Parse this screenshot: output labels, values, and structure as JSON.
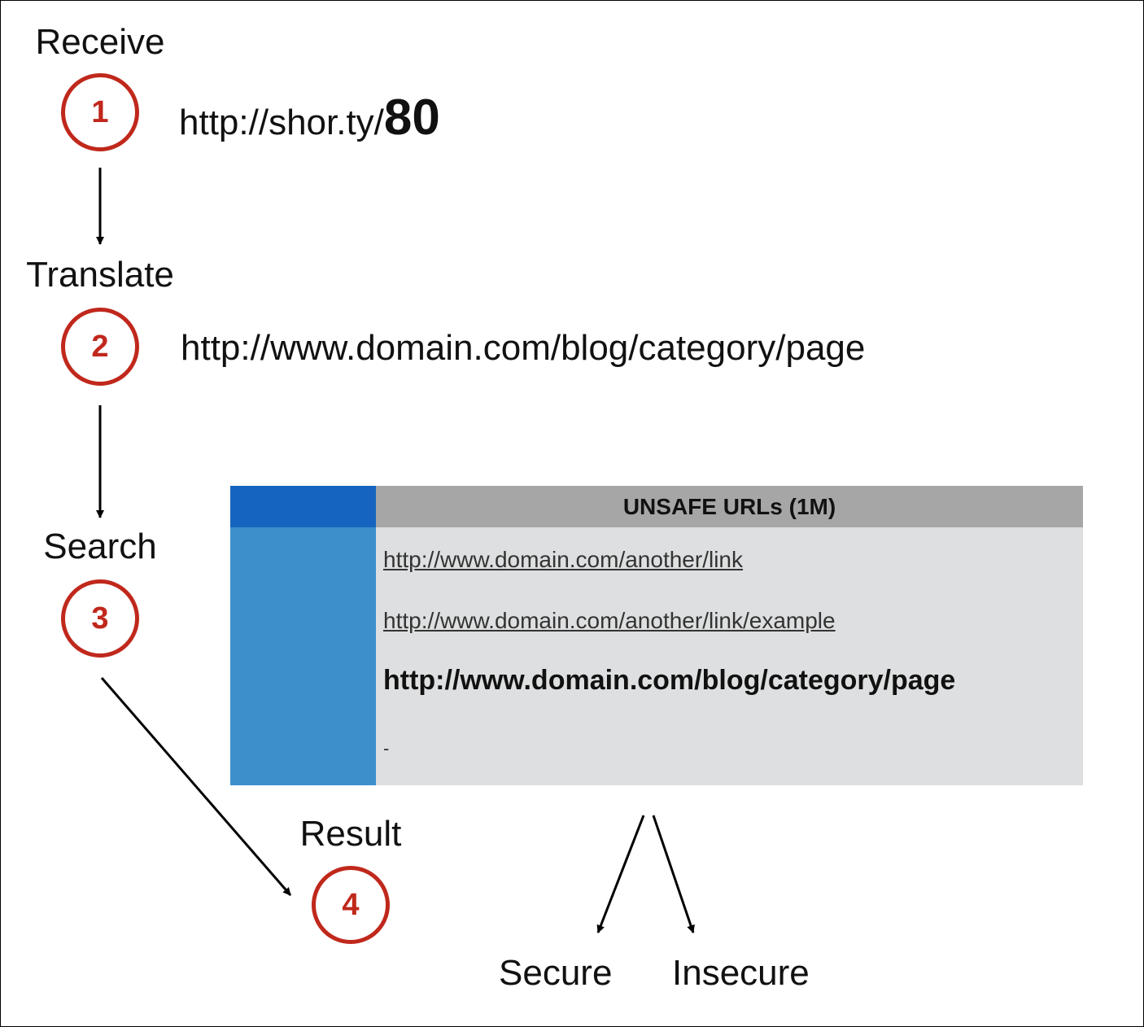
{
  "steps": [
    {
      "label": "Receive",
      "number": "1"
    },
    {
      "label": "Translate",
      "number": "2"
    },
    {
      "label": "Search",
      "number": "3"
    },
    {
      "label": "Result",
      "number": "4"
    }
  ],
  "short_url": {
    "prefix": "http://shor.ty/",
    "code": "80"
  },
  "long_url": "http://www.domain.com/blog/category/page",
  "table": {
    "title": "UNSAFE URLs (1M)",
    "rows": [
      "http://www.domain.com/another/link",
      "http://www.domain.com/another/link/example",
      "http://www.domain.com/blog/category/page",
      "-"
    ]
  },
  "outcomes": [
    "Secure",
    "Insecure"
  ],
  "colors": {
    "accent": "#c0281c",
    "key_header": "#1565c0",
    "key_column": "#3d8fcc",
    "title_bar": "#a6a6a6",
    "table_body": "#dedfe0"
  }
}
